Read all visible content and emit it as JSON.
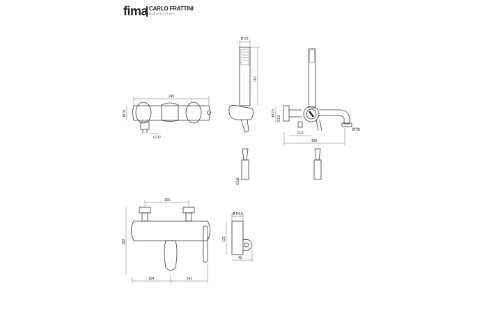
{
  "logo": {
    "main": "fima",
    "brand": "CARLO FRATTINI",
    "sub": "RUBINETTERIE"
  },
  "dimensions": {
    "front_width": "245",
    "front_height": "Ø 41",
    "front_thread": "G1/2",
    "hand_dia": "Ø 25",
    "hand_len": "187",
    "holder_thread": "G1/2",
    "side_dia": "Ø 70",
    "side_thread": "G1/2",
    "side_offset": "76,5",
    "side_width": "169",
    "side_spout": "Ø 28",
    "bottom_centers": "150",
    "bottom_height": "183",
    "bottom_left": "104",
    "bottom_right": "141",
    "side2_dia": "Ø 54,5",
    "side2_height": "121",
    "side2_depth": "42"
  }
}
